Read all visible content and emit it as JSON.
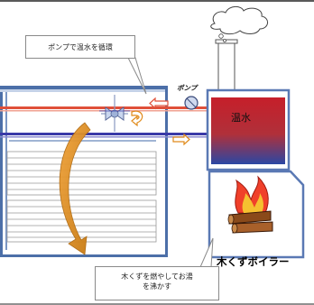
{
  "labels": {
    "pump_callout": "ポンプで温水を循環",
    "pump": "ポンプ",
    "hot_water": "温水",
    "boiler": "木くずボイラー",
    "boiler_callout": "木くずを燃やしてお湯\nを沸かす"
  },
  "colors": {
    "hot_pipe": "#e0503a",
    "cold_pipe": "#3a3aa8",
    "frame": "#4c6fa8",
    "tank_hot": "#d42a2a",
    "tank_cold": "#2c4aa8",
    "flow_arrow": "#e08a1a",
    "rack_line": "#b8b8b8"
  },
  "icons": [
    "cloud-icon",
    "pump-icon",
    "fan-icon",
    "fire-icon",
    "flow-arrow-icon"
  ]
}
